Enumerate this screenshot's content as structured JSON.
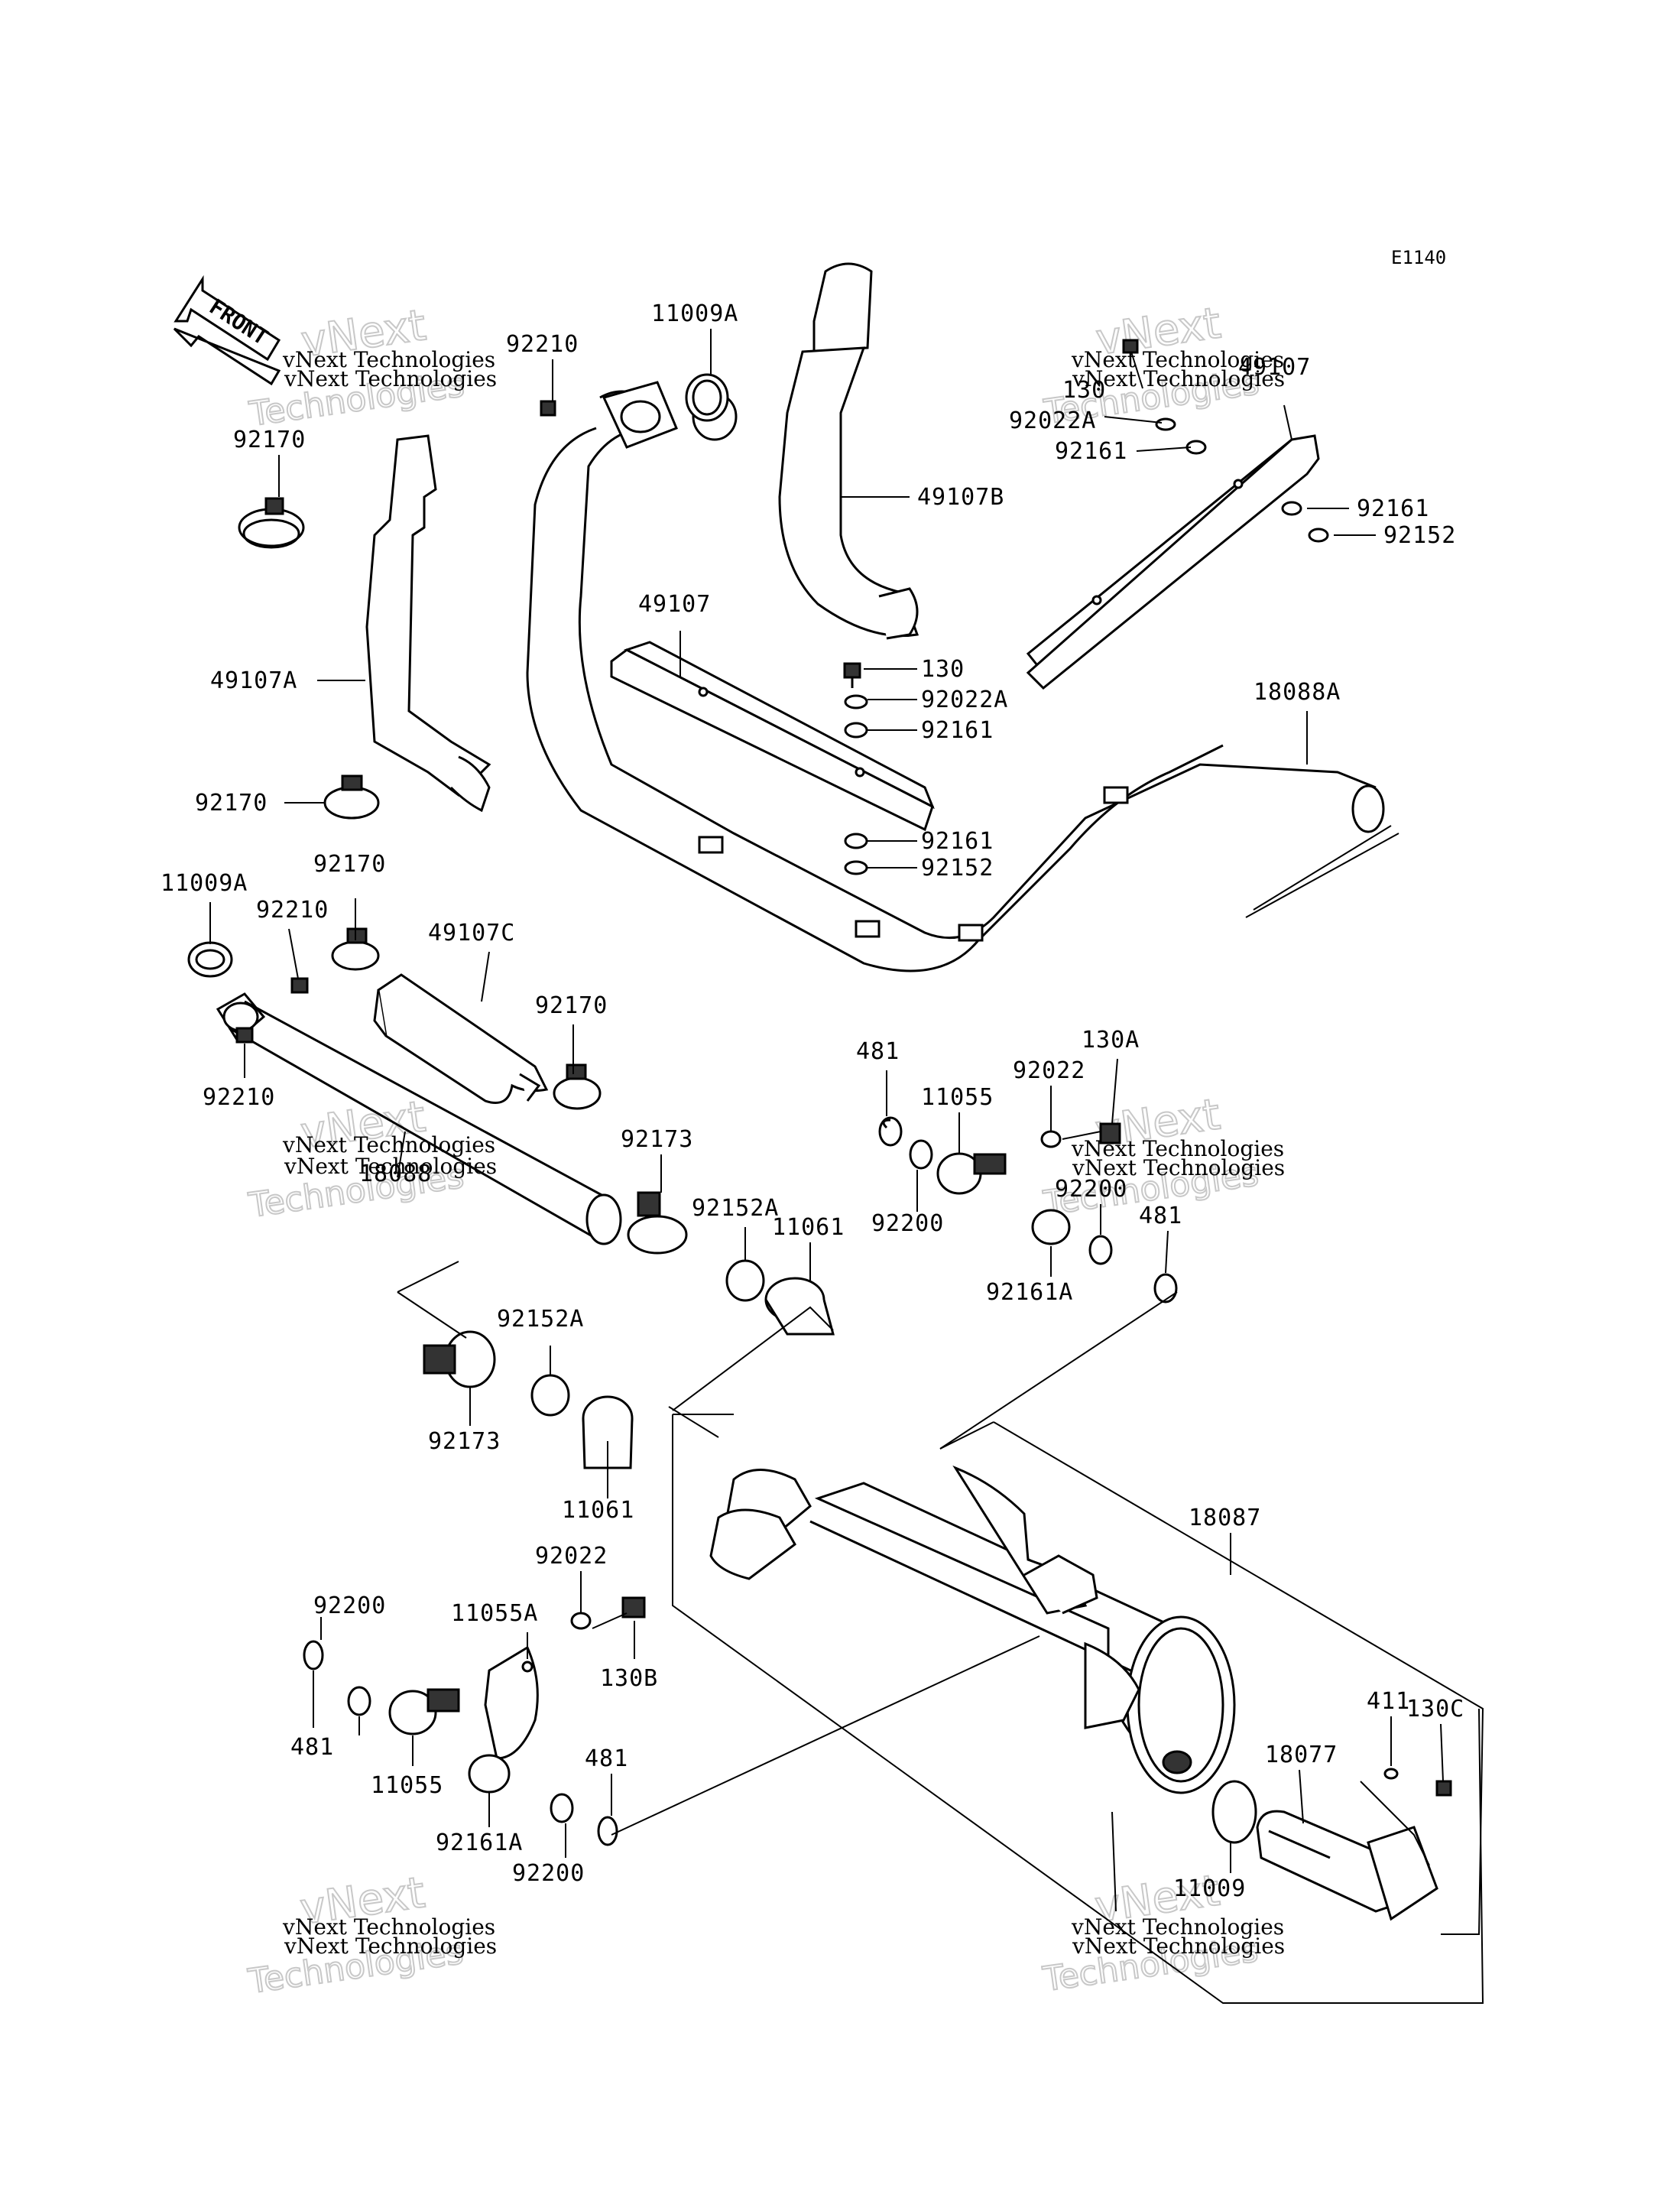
{
  "diagram": {
    "code": "E1140",
    "front_label": "FRONT",
    "watermark": {
      "line1": "vNext Technologies",
      "line2": "vNext",
      "line3": "Technologies"
    },
    "labels": [
      {
        "id": "l1",
        "text": "92210"
      },
      {
        "id": "l2",
        "text": "11009A"
      },
      {
        "id": "l3",
        "text": "92170"
      },
      {
        "id": "l4",
        "text": "49107B"
      },
      {
        "id": "l5",
        "text": "130"
      },
      {
        "id": "l6",
        "text": "92022A"
      },
      {
        "id": "l7",
        "text": "92161"
      },
      {
        "id": "l8",
        "text": "49107"
      },
      {
        "id": "l9",
        "text": "92161"
      },
      {
        "id": "l10",
        "text": "92152"
      },
      {
        "id": "l11",
        "text": "49107"
      },
      {
        "id": "l12",
        "text": "49107A"
      },
      {
        "id": "l13",
        "text": "130"
      },
      {
        "id": "l14",
        "text": "92022A"
      },
      {
        "id": "l15",
        "text": "92161"
      },
      {
        "id": "l16",
        "text": "18088A"
      },
      {
        "id": "l17",
        "text": "92170"
      },
      {
        "id": "l18",
        "text": "92161"
      },
      {
        "id": "l19",
        "text": "92152"
      },
      {
        "id": "l20",
        "text": "11009A"
      },
      {
        "id": "l21",
        "text": "92170"
      },
      {
        "id": "l22",
        "text": "92210"
      },
      {
        "id": "l23",
        "text": "49107C"
      },
      {
        "id": "l24",
        "text": "92170"
      },
      {
        "id": "l25",
        "text": "92210"
      },
      {
        "id": "l26",
        "text": "18088"
      },
      {
        "id": "l27",
        "text": "92173"
      },
      {
        "id": "l28",
        "text": "92152A"
      },
      {
        "id": "l29",
        "text": "11061"
      },
      {
        "id": "l30",
        "text": "481"
      },
      {
        "id": "l31",
        "text": "11055"
      },
      {
        "id": "l32",
        "text": "92022"
      },
      {
        "id": "l33",
        "text": "130A"
      },
      {
        "id": "l34",
        "text": "92200"
      },
      {
        "id": "l35",
        "text": "92200"
      },
      {
        "id": "l36",
        "text": "481"
      },
      {
        "id": "l37",
        "text": "92161A"
      },
      {
        "id": "l38",
        "text": "92152A"
      },
      {
        "id": "l39",
        "text": "92173"
      },
      {
        "id": "l40",
        "text": "11061"
      },
      {
        "id": "l41",
        "text": "18087"
      },
      {
        "id": "l42",
        "text": "92022"
      },
      {
        "id": "l43",
        "text": "11055A"
      },
      {
        "id": "l44",
        "text": "130B"
      },
      {
        "id": "l45",
        "text": "92200"
      },
      {
        "id": "l46",
        "text": "481"
      },
      {
        "id": "l47",
        "text": "11055"
      },
      {
        "id": "l48",
        "text": "92161A"
      },
      {
        "id": "l49",
        "text": "481"
      },
      {
        "id": "l50",
        "text": "92200"
      },
      {
        "id": "l51",
        "text": "411"
      },
      {
        "id": "l52",
        "text": "130C"
      },
      {
        "id": "l53",
        "text": "18077"
      },
      {
        "id": "l54",
        "text": "11009"
      }
    ]
  }
}
